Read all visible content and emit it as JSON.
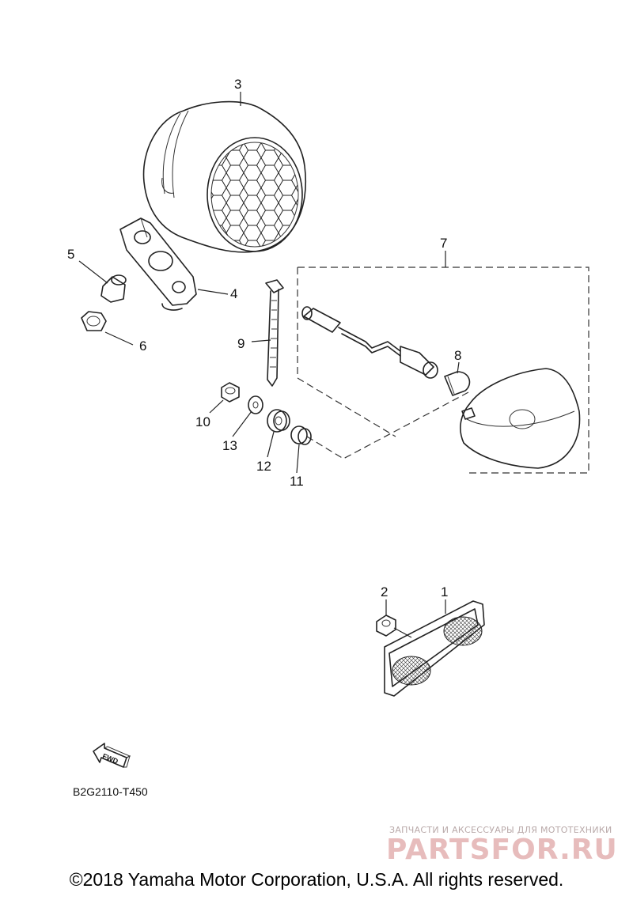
{
  "diagram": {
    "callouts": {
      "p1": "1",
      "p2": "2",
      "p3": "3",
      "p4": "4",
      "p5": "5",
      "p6": "6",
      "p7": "7",
      "p8": "8",
      "p9": "9",
      "p10": "10",
      "p11": "11",
      "p12": "12",
      "p13": "13"
    },
    "fwd_label": "FWD",
    "diagram_code": "B2G2110-T450"
  },
  "watermark": {
    "tagline": "ЗАПЧАСТИ И АКСЕССУАРЫ ДЛЯ МОТОТЕХНИКИ",
    "logo": "PARTSFOR.RU"
  },
  "footer": {
    "copyright": "©2018 Yamaha Motor Corporation, U.S.A. All rights reserved."
  }
}
